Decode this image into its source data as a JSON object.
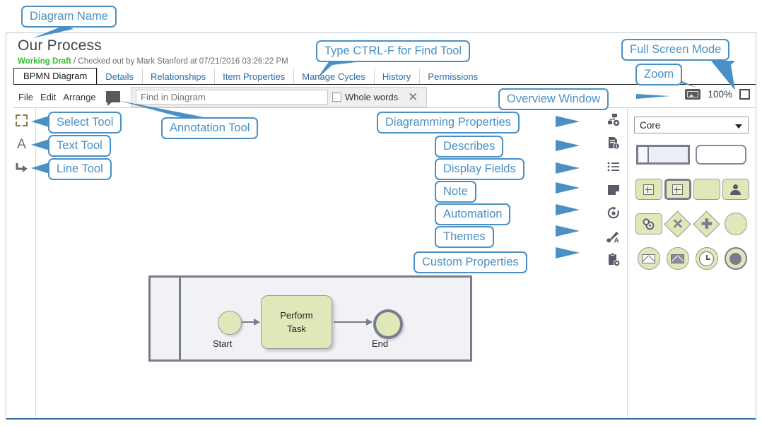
{
  "header": {
    "diagram_name": "Our Process",
    "status": "Working Draft",
    "status_detail": "/ Checked out by Mark Stanford at 07/21/2016 03:26:22 PM"
  },
  "tabs": [
    {
      "label": "BPMN Diagram",
      "active": true
    },
    {
      "label": "Details",
      "active": false
    },
    {
      "label": "Relationships",
      "active": false
    },
    {
      "label": "Item Properties",
      "active": false
    },
    {
      "label": "Manage Cycles",
      "active": false
    },
    {
      "label": "History",
      "active": false
    },
    {
      "label": "Permissions",
      "active": false
    }
  ],
  "menu": {
    "items": [
      "File",
      "Edit",
      "Arrange"
    ],
    "annotation_icon": "speech-bubble-icon"
  },
  "find": {
    "placeholder": "Find in Diagram",
    "value": "",
    "whole_words_label": "Whole words",
    "whole_words_checked": false,
    "close_icon": "close-x-icon"
  },
  "viewbar": {
    "overview_icon": "overview-window-icon",
    "zoom_level": "100%",
    "fullscreen_icon": "fullscreen-icon"
  },
  "left_tools": [
    {
      "name": "select-tool",
      "icon": "selection-brackets-icon"
    },
    {
      "name": "text-tool",
      "icon": "letter-a-icon",
      "glyph": "A"
    },
    {
      "name": "line-tool",
      "icon": "elbow-arrow-icon"
    }
  ],
  "right_rail": [
    {
      "name": "diagramming-properties",
      "icon": "diagram-gear-icon"
    },
    {
      "name": "describes",
      "icon": "document-info-icon"
    },
    {
      "name": "display-fields",
      "icon": "list-icon"
    },
    {
      "name": "note",
      "icon": "note-page-icon"
    },
    {
      "name": "automation",
      "icon": "circular-arrow-target-icon"
    },
    {
      "name": "themes",
      "icon": "brush-letter-a-icon"
    },
    {
      "name": "custom-properties",
      "icon": "clipboard-gear-icon"
    }
  ],
  "palette": {
    "selected_group": "Core",
    "rows": [
      [
        {
          "name": "pool-shape",
          "icon": "pool-shape-icon"
        },
        {
          "name": "lane-shape",
          "icon": "lane-shape-icon"
        }
      ],
      [
        {
          "name": "sub-process-shape",
          "icon": "sub-process-icon"
        },
        {
          "name": "call-activity-shape",
          "icon": "call-activity-icon"
        },
        {
          "name": "task-shape",
          "icon": "task-icon"
        },
        {
          "name": "user-task-shape",
          "icon": "user-task-icon"
        }
      ],
      [
        {
          "name": "service-task-shape",
          "icon": "service-task-gear-icon"
        },
        {
          "name": "exclusive-gateway-shape",
          "icon": "gateway-x-icon",
          "glyph": "✕"
        },
        {
          "name": "parallel-gateway-shape",
          "icon": "gateway-plus-icon",
          "glyph": "✚"
        },
        {
          "name": "event-shape",
          "icon": "event-circle-icon"
        }
      ],
      [
        {
          "name": "message-start-event-shape",
          "icon": "message-event-icon"
        },
        {
          "name": "message-end-event-shape",
          "icon": "message-event-filled-icon"
        },
        {
          "name": "timer-event-shape",
          "icon": "timer-clock-icon"
        },
        {
          "name": "terminate-event-shape",
          "icon": "terminate-event-icon"
        }
      ]
    ]
  },
  "diagram": {
    "start_label": "Start",
    "task_line1": "Perform",
    "task_line2": "Task",
    "end_label": "End"
  },
  "callouts": [
    {
      "id": "diagram-name",
      "text": "Diagram Name"
    },
    {
      "id": "type-ctrl-f",
      "text": "Type CTRL-F for Find Tool"
    },
    {
      "id": "full-screen-mode",
      "text": "Full Screen Mode"
    },
    {
      "id": "zoom",
      "text": "Zoom"
    },
    {
      "id": "overview-window",
      "text": "Overview Window"
    },
    {
      "id": "annotation-tool",
      "text": "Annotation Tool"
    },
    {
      "id": "select-tool",
      "text": "Select Tool"
    },
    {
      "id": "text-tool",
      "text": "Text Tool"
    },
    {
      "id": "line-tool",
      "text": "Line Tool"
    },
    {
      "id": "diagramming-properties",
      "text": "Diagramming Properties"
    },
    {
      "id": "describes",
      "text": "Describes"
    },
    {
      "id": "display-fields",
      "text": "Display Fields"
    },
    {
      "id": "note",
      "text": "Note"
    },
    {
      "id": "automation",
      "text": "Automation"
    },
    {
      "id": "themes",
      "text": "Themes"
    },
    {
      "id": "custom-properties",
      "text": "Custom Properties"
    }
  ],
  "colors": {
    "callout_blue": "#4a90c4",
    "status_green": "#2fc02f",
    "shape_fill": "#dfe8b8",
    "shape_stroke": "#7b7b8e",
    "tab_blue": "#2b6ca3"
  }
}
